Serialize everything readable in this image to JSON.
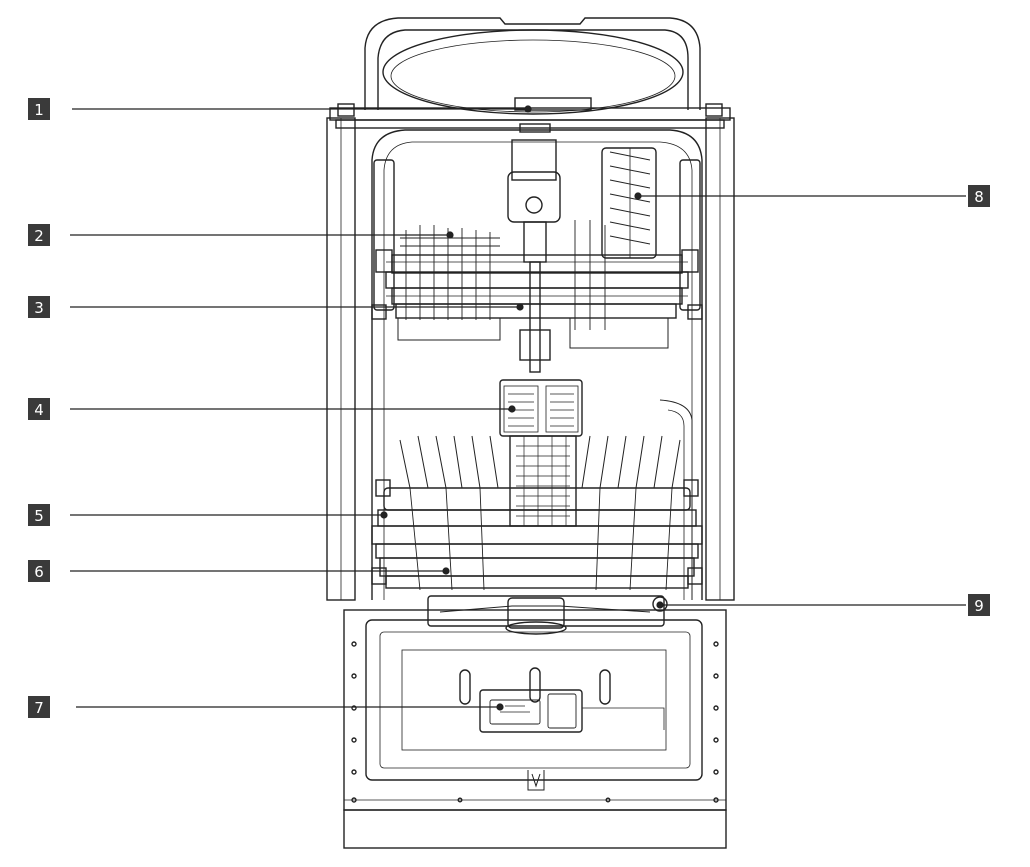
{
  "diagram": {
    "subject": "dishwasher-interior",
    "callouts": [
      {
        "label": "1",
        "side": "left"
      },
      {
        "label": "2",
        "side": "left"
      },
      {
        "label": "3",
        "side": "left"
      },
      {
        "label": "4",
        "side": "left"
      },
      {
        "label": "5",
        "side": "left"
      },
      {
        "label": "6",
        "side": "left"
      },
      {
        "label": "7",
        "side": "left"
      },
      {
        "label": "8",
        "side": "right"
      },
      {
        "label": "9",
        "side": "right"
      }
    ],
    "colors": {
      "line": "#222222",
      "badge": "#3a3a3a",
      "badge_text": "#ffffff"
    }
  }
}
